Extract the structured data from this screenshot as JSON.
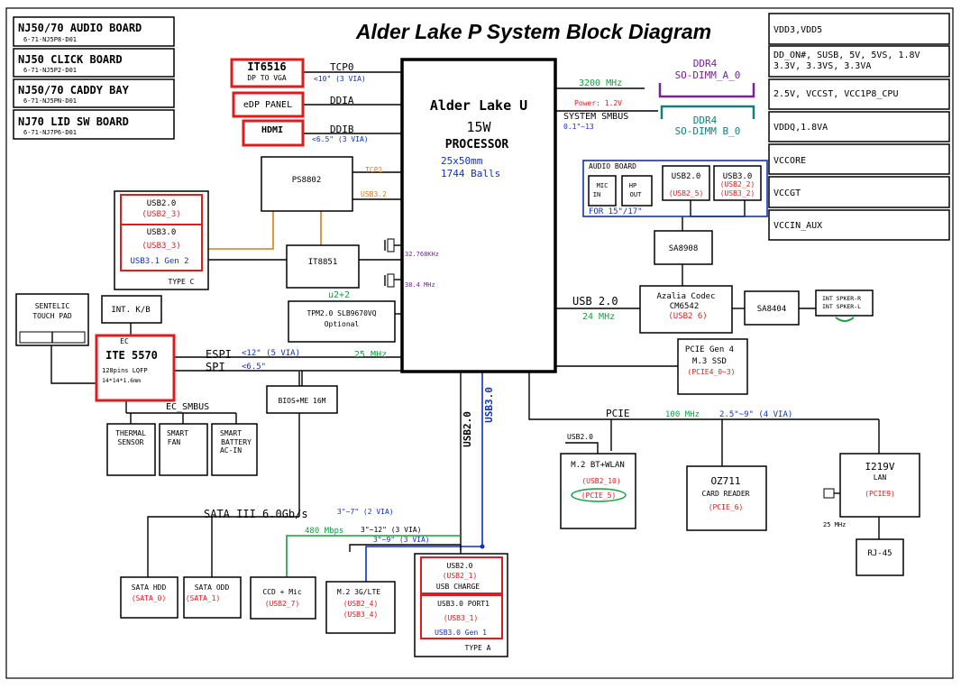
{
  "title": "Alder Lake P System Block Diagram",
  "boards": [
    {
      "name": "NJ50/70  AUDIO BOARD",
      "pn": "6-71-NJ5P8-D01"
    },
    {
      "name": "NJ50 CLICK BOARD",
      "pn": "6-71-NJ5P2-D01"
    },
    {
      "name": "NJ50/70 CADDY BAY",
      "pn": "6-71-NJ5PN-D01"
    },
    {
      "name": "NJ70 LID SW BOARD",
      "pn": "6-71-NJ7P6-D01"
    }
  ],
  "power": [
    "VDD3,VDD5",
    "DD_ON#, SUSB, 5V, 5VS, 1.8V",
    "3.3V, 3.3VS, 3.3VA",
    "2.5V, VCCST, VCC1P8_CPU",
    "VDDQ,1.8VA",
    "VCCORE",
    "VCCGT",
    "VCCIN_AUX"
  ],
  "cpu": {
    "l1": "Alder Lake U",
    "l2": "15W",
    "l3": "PROCESSOR",
    "l4": "25x50mm",
    "l5": "1744 Balls"
  },
  "display": {
    "it6516": "IT6516",
    "it6516_sub": "DP TO VGA",
    "tcp0": "TCP0",
    "tcp0_len": "<10\" (3 VIA)",
    "edp": "eDP PANEL",
    "ddia": "DDIA",
    "hdmi": "HDMI",
    "ddib": "DDIB",
    "ddib_len": "<6.5\" (3 VIA)"
  },
  "memory": {
    "speed": "3200 MHz",
    "power": "Power: 1.2V",
    "smbus": "SYSTEM SMBUS",
    "smbus_len": "0.1\"~13",
    "dimm_a1": "DDR4",
    "dimm_a2": "SO-DIMM_A_0",
    "dimm_b1": "DDR4",
    "dimm_b2": "SO-DIMM B_0"
  },
  "typec": {
    "ps8802": "PS8802",
    "tcp1": "TCP1",
    "usb32": "USB3.2",
    "it8851": "IT8851",
    "usb20": "USB2.0",
    "usb2_3": "(USB2_3)",
    "usb30": "USB3.0",
    "usb3_3": "(USB3_3)",
    "gen2": "USB3.1 Gen 2",
    "label": "TYPE C"
  },
  "crystals": {
    "c1": "32.768KHz",
    "c2": "38.4 MHz"
  },
  "tpm": {
    "l1": "TPM2.0 SLB9670VQ",
    "l2": "Optional",
    "bus": "u2+2"
  },
  "ec": {
    "kb": "INT. K/B",
    "touch1": "SENTELIC",
    "touch2": "TOUCH PAD",
    "ec": "EC",
    "name": "ITE 5570",
    "pkg": "128pins LQFP",
    "size": "14*14*1.6mm",
    "espi": "ESPI",
    "espi_len": "<12\" (5 VIA)",
    "espi_freq": "25 MHz",
    "spi": "SPI",
    "spi_len": "<6.5\"",
    "bios": "BIOS+ME 16M",
    "smbus": "EC_SMBUS",
    "thermal1": "THERMAL",
    "thermal2": "SENSOR",
    "fan1": "SMART",
    "fan2": "FAN",
    "bat1": "SMART",
    "bat2": "BATTERY",
    "bat3": "AC-IN"
  },
  "audio": {
    "board": "AUDIO BOARD",
    "mic1": "MIC",
    "mic2": "IN",
    "hp1": "HP",
    "hp2": "OUT",
    "for": "FOR 15\"/17\"",
    "u20": "USB2.0",
    "u2_5": "(USB2_5)",
    "u30": "USB3.0",
    "u2_2": "(USB2_2)",
    "u3_2": "(USB3_2)",
    "sa8908": "SA8908",
    "usb2": "USB 2.0",
    "usb2_freq": "24 MHz",
    "codec1": "Azalia Codec",
    "codec2": "CM6542",
    "codec3": "(USB2 6)",
    "sa8404": "SA8404",
    "spk1": "INT SPKER-R",
    "spk2": "INT SPKER-L"
  },
  "ssd": {
    "l1": "PCIE Gen 4",
    "l2": "M.3 SSD",
    "l3": "(PCIE4_0~3)"
  },
  "pcie": {
    "label": "PCIE",
    "freq": "100 MHz",
    "len": "2.5\"~9\" (4 VIA)",
    "usb20": "USB2.0",
    "wlan1": "M.2 BT+WLAN",
    "wlan2": "(USB2_10)",
    "wlan3": "(PCIE_5)",
    "oz1": "OZ711",
    "oz2": "CARD READER",
    "oz3": "(PCIE_6)",
    "lan1": "I219V",
    "lan2": "LAN",
    "lan3": "(PCIE9)",
    "lan_freq": "25 MHz",
    "rj45": "RJ-45"
  },
  "sata": {
    "label": "SATA III 6.0Gb/s",
    "len": "3\"~7\" (2 VIA)",
    "hdd1": "SATA HDD",
    "hdd2": "(SATA_0)",
    "odd1": "SATA ODD",
    "odd2": "(SATA_1)",
    "freq": "480 Mbps",
    "len2": "3\"~12\" (3 VIA)",
    "len3": "3\"~9\" (3 VIA)",
    "ccd1": "CCD + Mic",
    "ccd2": "(USB2_7)",
    "lte1": "M.2 3G/LTE",
    "lte2": "(USB2_4)",
    "lte3": "(USB3_4)"
  },
  "typea": {
    "vusb2": "USB2.0",
    "vusb3": "USB3.0",
    "u20": "USB2.0",
    "u2_1": "(USB2_1)",
    "charge": "USB CHARGE",
    "port1": "USB3.0 PORT1",
    "u3_1": "(USB3_1)",
    "gen1": "USB3.0 Gen 1",
    "label": "TYPE A"
  },
  "colors": {
    "red": "#e01b1b",
    "blue": "#1030c0",
    "green": "#10a040",
    "orange": "#e07a10",
    "purple": "#7a1fa0",
    "teal": "#11807a"
  }
}
